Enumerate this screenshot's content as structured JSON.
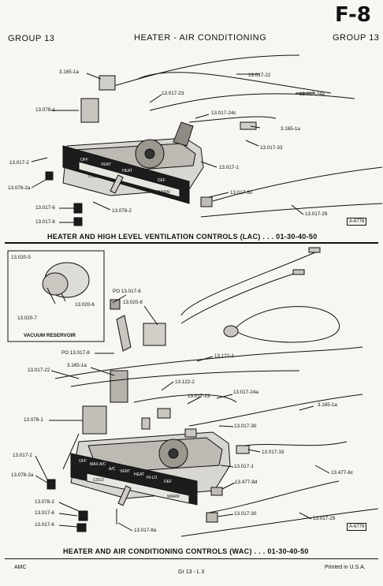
{
  "header": {
    "group_left": "GROUP 13",
    "title": "HEATER - AIR CONDITIONING",
    "group_right": "GROUP 13",
    "page_id": "F-8"
  },
  "top_section": {
    "caption": "HEATER AND HIGH LEVEL VENTILATION CONTROLS (LAC) . . . 01-30-40-50",
    "figure_id": "A-6778",
    "labels": [
      "3.165-1a",
      "13.017-22",
      "13.017-24a",
      "13.017-23",
      "13.078-1",
      "13.017-24c",
      "3.165-1a",
      "13.017-33",
      "13.017-2",
      "13.017-1",
      "13.078-2a",
      "13.017-30",
      "13.017-6",
      "13.078-2",
      "13.017-6",
      "13.017-29"
    ],
    "panel_text": [
      "OFF",
      "VENT",
      "HEAT",
      "DEF",
      "COLD",
      "WARM"
    ]
  },
  "bottom_section": {
    "caption": "HEATER AND AIR CONDITIONING CONTROLS (WAC) . . . 01-30-40-50",
    "figure_id": "A-6779",
    "inset_caption": "VACUUM RESERVOIR",
    "inset_labels": [
      "13.020-5",
      "13.020-6",
      "13.020-7"
    ],
    "labels": [
      "PO 13.017-8",
      "13.020-8",
      "PO 13.017-8",
      "13.122-1",
      "3.165-1a",
      "13.017-22",
      "13.122-2",
      "13.017-23",
      "13.017-24a",
      "3.165-1a",
      "13.078-1",
      "13.017-30",
      "13.017-33",
      "13.017-2",
      "13.017-1",
      "13.078-2a",
      "13.477-8d",
      "13.477-8c",
      "13.078-2",
      "13.017-6",
      "13.017-30",
      "13.017-29",
      "13.017-6",
      "13.017-8a"
    ],
    "panel_text": [
      "OFF",
      "MAX A/C",
      "A/C",
      "VENT",
      "HEAT",
      "HI-LO",
      "DEF",
      "COLD",
      "WARM"
    ]
  },
  "footer": {
    "left": "AMC",
    "center": "Gr 13 - L 3",
    "right": "Printed in U.S.A."
  }
}
